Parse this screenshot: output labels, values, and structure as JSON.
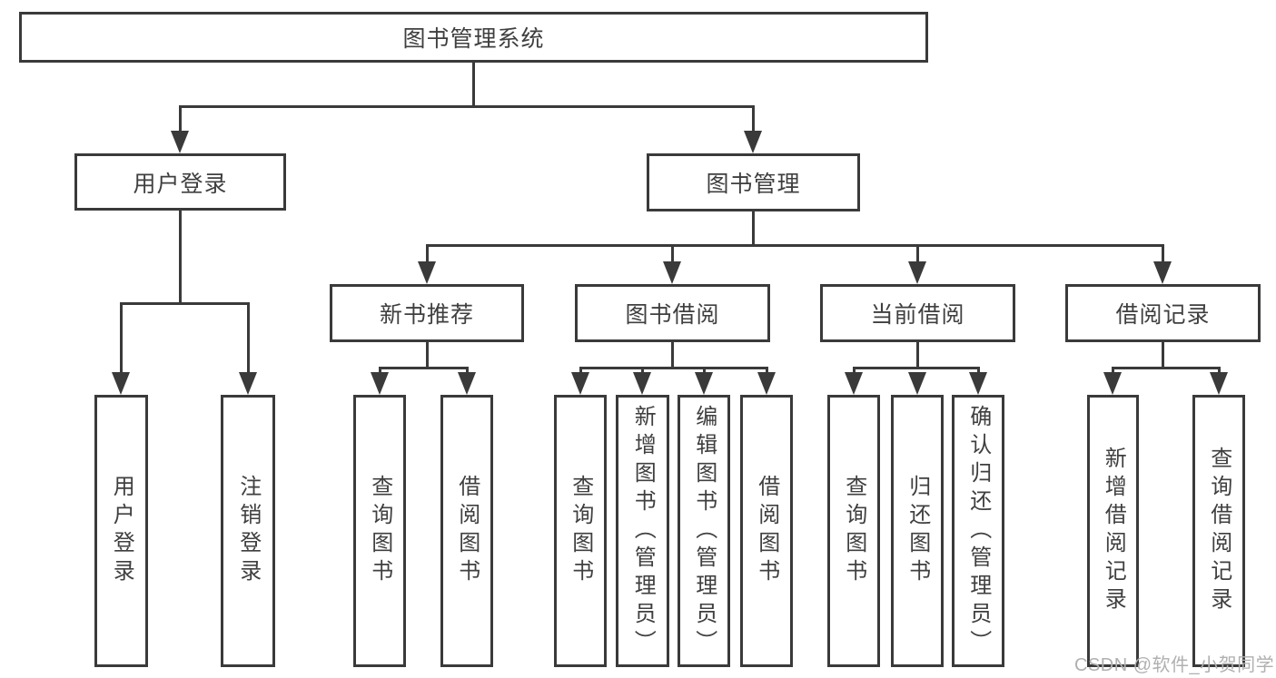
{
  "tree": {
    "label": "图书管理系统",
    "children": [
      {
        "label": "用户登录",
        "children": [
          {
            "label": "用户登录"
          },
          {
            "label": "注销登录"
          }
        ]
      },
      {
        "label": "图书管理",
        "children": [
          {
            "label": "新书推荐",
            "children": [
              {
                "label": "查询图书"
              },
              {
                "label": "借阅图书"
              }
            ]
          },
          {
            "label": "图书借阅",
            "children": [
              {
                "label": "查询图书"
              },
              {
                "label": "新增图书（管理员）"
              },
              {
                "label": "编辑图书（管理员）"
              },
              {
                "label": "借阅图书"
              }
            ]
          },
          {
            "label": "当前借阅",
            "children": [
              {
                "label": "查询图书"
              },
              {
                "label": "归还图书"
              },
              {
                "label": "确认归还（管理员）"
              }
            ]
          },
          {
            "label": "借阅记录",
            "children": [
              {
                "label": "新增借阅记录"
              },
              {
                "label": "查询借阅记录"
              }
            ]
          }
        ]
      }
    ]
  },
  "watermark": {
    "text": "CSDN @软件_小贺同学",
    "color": "#b0b0b0"
  },
  "colors": {
    "line": "#3a3a3a",
    "text": "#3f3f3f",
    "background": "#ffffff"
  }
}
